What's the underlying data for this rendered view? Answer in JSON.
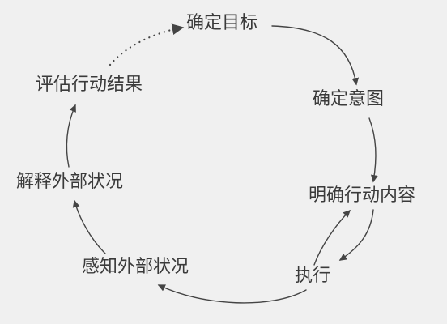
{
  "diagram": {
    "stages": {
      "goal": "确定目标",
      "intention": "确定意图",
      "action_plan": "明确行动内容",
      "execute": "执行",
      "perceive": "感知外部状况",
      "interpret": "解释外部状况",
      "evaluate": "评估行动结果"
    },
    "colors": {
      "background": "#f0f0f0",
      "text": "#3a3a3a",
      "arrow": "#444444"
    }
  }
}
